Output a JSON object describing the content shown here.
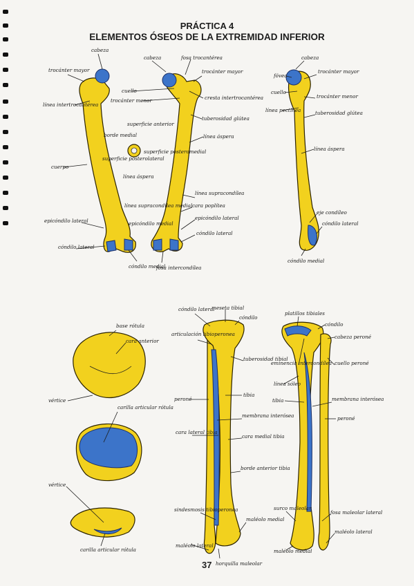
{
  "header": {
    "practice": "PRÁCTICA 4",
    "title": "ELEMENTOS ÓSEOS DE LA EXTREMIDAD INFERIOR"
  },
  "page_number": "37",
  "colors": {
    "bone": "#f2d11e",
    "cartilage": "#3c74c9",
    "outline": "#2b2200",
    "paper": "#f6f5f2"
  },
  "femur_anterior": {
    "cabeza": "cabeza",
    "trocanter_mayor": "trocánter mayor",
    "linea_intertrocanterea": "línea intertrocantérea",
    "cuerpo": "cuerpo",
    "epicondilo_lateral": "epicóndilo lateral",
    "condilo_lateral": "cóndilo lateral",
    "borde_medial": "borde medial",
    "superficie_anterior": "superficie anterior",
    "superficie_posterolateral": "superficie posterolateral",
    "superficie_posteromedial": "superficie posteromedial",
    "linea_aspera_cut": "línea áspera",
    "linea_supracondilea_medial": "línea supracondílea medial",
    "epicondilo_medial": "epicóndilo medial",
    "condilo_medial": "cóndilo medial",
    "fosa_intercondilea": "fosa intercondílea"
  },
  "femur_posterior": {
    "cabeza": "cabeza",
    "fosa_trocanterea": "fosa trocantérea",
    "trocanter_mayor": "trocánter mayor",
    "cuello": "cuello",
    "trocanter_menor": "trocánter menor",
    "cresta_intertrocanterea": "cresta intertrocantérea",
    "tuberosidad_glutea": "tuberosidad glútea",
    "linea_aspera": "línea áspera",
    "linea_supracondilea": "línea supracondílea",
    "cara_poplitea": "cara poplítea",
    "epicondilo_lateral": "epicóndilo lateral",
    "condilo_lateral": "cóndilo lateral"
  },
  "femur_medial": {
    "cabeza": "cabeza",
    "fovea": "fóvea",
    "trocanter_mayor": "trocánter mayor",
    "cuello": "cuello",
    "trocanter_menor": "trocánter menor",
    "linea_pectinea": "línea pectínea",
    "tuberosidad_glutea": "tuberosidad glútea",
    "linea_aspera": "línea áspera",
    "eje_condileo": "eje condíleo",
    "condilo_lateral": "cóndilo lateral",
    "condilo_medial": "cóndilo medial"
  },
  "rotula": {
    "base_rotula": "base rótula",
    "cara_anterior": "cara anterior",
    "vertice_1": "vértice",
    "carilla_articular": "carilla articular rótula",
    "vertice_2": "vértice",
    "carilla_articular_2": "carilla articular rótula"
  },
  "tibia_anterior": {
    "condilo_lateral": "cóndilo lateral",
    "meseta_tibial": "meseta tibial",
    "condilo": "cóndilo",
    "articulacion_tibioperonea": "articulación tibioperonea",
    "tuberosidad_tibial": "tuberosidad tibial",
    "perone": "peroné",
    "tibia": "tibia",
    "membrana_interosea": "membrana interósea",
    "cara_lateral_tibia": "cara lateral tibia",
    "cara_medial_tibia": "cara medial tibia",
    "borde_anterior_tibia": "borde anterior tibia",
    "sindesmosis": "sindesmosis tibioperonea",
    "maleolo_medial": "maléolo medial",
    "maleolo_lateral": "maléolo lateral",
    "horquilla_maleolar": "horquilla maleolar"
  },
  "tibia_posterior": {
    "platillos_tibiales": "platillos tibiales",
    "condilo": "cóndilo",
    "cabeza_perone": "cabeza peroné",
    "eminencia_intercondilea": "eminencia intercondílea",
    "cuello_perone": "cuello peroné",
    "linea_soleo": "línea sóleo",
    "tibia": "tibia",
    "membrana_interosea": "membrana interósea",
    "perone": "peroné",
    "surco_maleolar": "surco maleolar",
    "fosa_maleolar_lateral": "fosa maleolar lateral",
    "maleolo_lateral": "maléolo lateral",
    "maleolo_medial": "maléolo medial"
  }
}
